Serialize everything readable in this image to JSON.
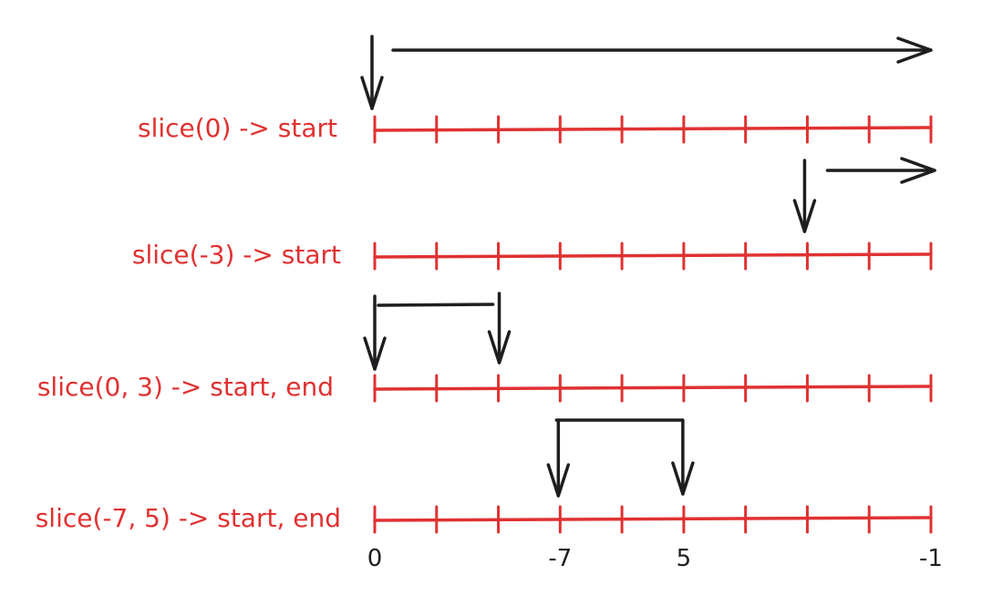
{
  "colors": {
    "timeline": "#e03131",
    "arrows": "#1e1e1e",
    "label": "#e03131",
    "axis_label": "#1e1e1e"
  },
  "tick_count": 10,
  "rows": [
    {
      "label": "slice(0) -> start",
      "start_index": 0,
      "end_index": null
    },
    {
      "label": "slice(-3) -> start",
      "start_index": 7,
      "end_index": null
    },
    {
      "label": "slice(0, 3) -> start, end",
      "start_index": 0,
      "end_index": 2
    },
    {
      "label": "slice(-7, 5) -> start, end",
      "start_index": 3,
      "end_index": 5
    }
  ],
  "axis_labels": [
    {
      "text": "0",
      "index": 0
    },
    {
      "text": "-7",
      "index": 3
    },
    {
      "text": "5",
      "index": 5
    },
    {
      "text": "-1",
      "index": 9
    }
  ]
}
